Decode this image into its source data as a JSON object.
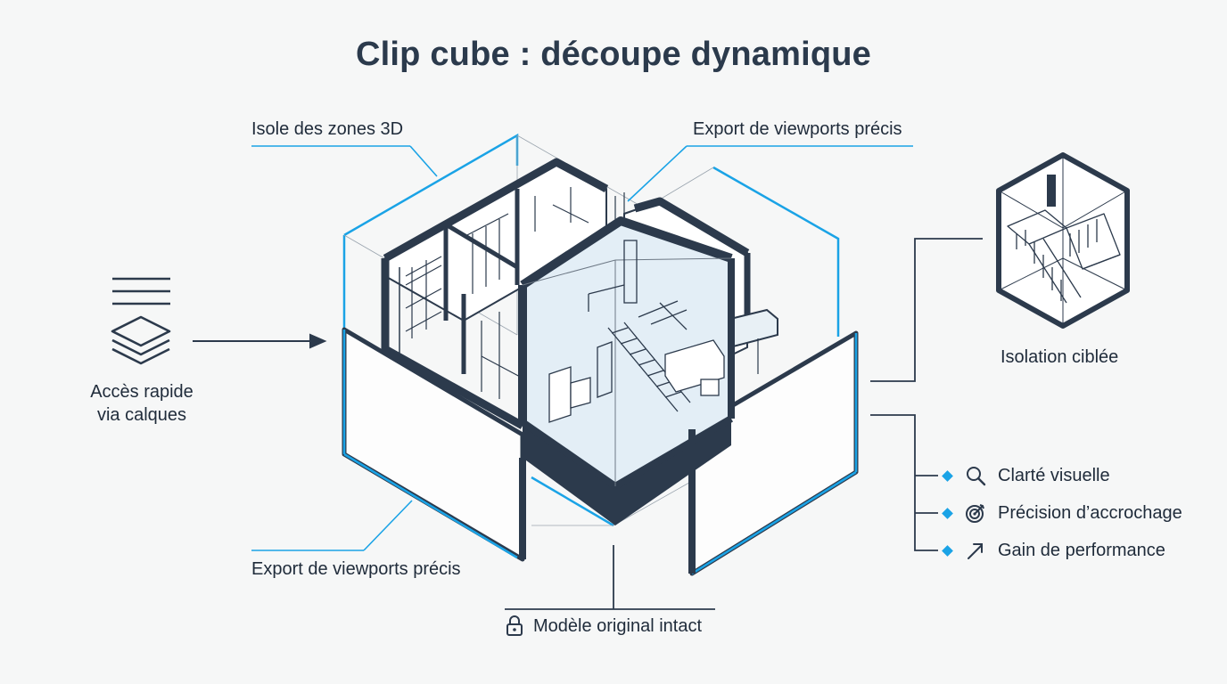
{
  "title": "Clip cube : découpe dynamique",
  "labels": {
    "top_left": "Isole des zones 3D",
    "top_right": "Export de viewports précis",
    "bottom_left": "Export de viewports précis",
    "left_line1": "Accès rapide",
    "left_line2": "via calques",
    "isolation": "Isolation ciblée",
    "bottom_center": "Modèle original intact"
  },
  "benefits": [
    {
      "label": "Clarté visuelle",
      "icon": "magnifier-icon"
    },
    {
      "label": "Précision d’accrochage",
      "icon": "target-icon"
    },
    {
      "label": "Gain de performance",
      "icon": "arrow-up-right-icon"
    }
  ],
  "colors": {
    "accent_blue": "#1aa3e6",
    "dark_navy": "#2c3a4c",
    "glass": "#e3eef6"
  }
}
